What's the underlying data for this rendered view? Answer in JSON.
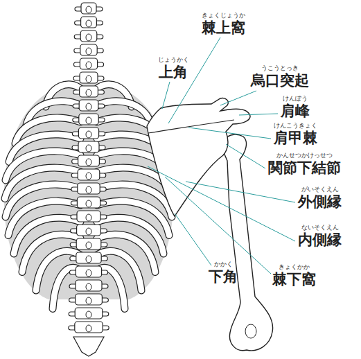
{
  "diagram": {
    "labels": [
      "きょくじょうか",
      "棘上窩",
      "じょうかく",
      "上角",
      "うこうとっき",
      "烏口突起",
      "けんぽう",
      "肩峰",
      "けんこうきょく",
      "肩甲棘",
      "かんせつかけっせつ",
      "関節下結節",
      "がいそくえん",
      "外側縁",
      "ないそくえん",
      "内側縁",
      "かかく",
      "下角",
      "きょくかか",
      "棘下窩"
    ]
  }
}
